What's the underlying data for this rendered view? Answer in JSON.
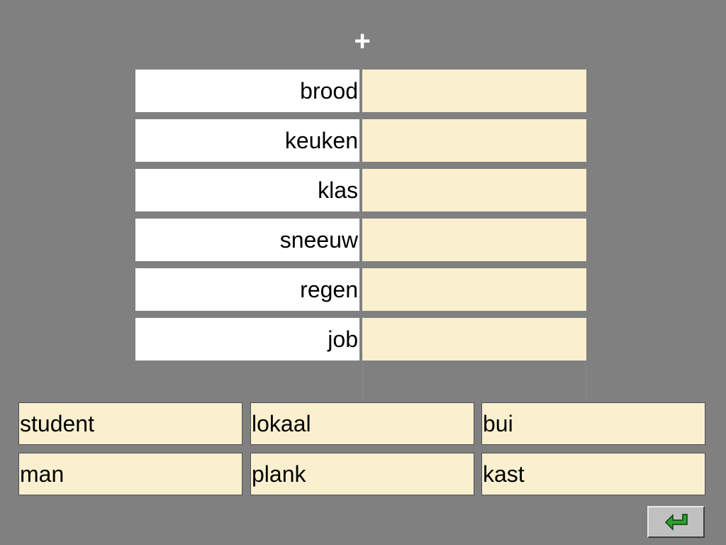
{
  "header": {
    "plus_symbol": "+"
  },
  "prompts": [
    {
      "word": "brood",
      "answer": ""
    },
    {
      "word": "keuken",
      "answer": ""
    },
    {
      "word": "klas",
      "answer": ""
    },
    {
      "word": "sneeuw",
      "answer": ""
    },
    {
      "word": "regen",
      "answer": ""
    },
    {
      "word": "job",
      "answer": ""
    }
  ],
  "options": [
    {
      "word": "student"
    },
    {
      "word": "lokaal"
    },
    {
      "word": "bui"
    },
    {
      "word": "man"
    },
    {
      "word": "plank"
    },
    {
      "word": "kast"
    }
  ],
  "colors": {
    "background": "#808080",
    "prompt_box": "#ffffff",
    "answer_box": "#faf0cf",
    "enter_arrow": "#2fa02f"
  },
  "icons": {
    "enter": "enter-arrow-icon"
  }
}
